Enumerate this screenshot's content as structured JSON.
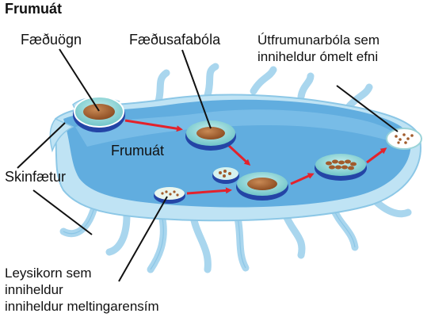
{
  "title": "Frumuát",
  "labels": {
    "food_particle": "Fæðuögn",
    "food_vacuole": "Fæðusafabóla",
    "exocytic_vacuole_line1": "Útfrumunarbóla sem",
    "exocytic_vacuole_line2": "inniheldur ómelt efni",
    "phagocytosis": "Frumuát",
    "pseudopodia": "Skinfætur",
    "lysosome_line1": "Leysikorn sem",
    "lysosome_line2": "inniheldur",
    "lysosome_line3": "inniheldur meltingarensím"
  },
  "colors": {
    "cell_body": "#b9dff2",
    "cell_outline": "#6fb6dd",
    "cytoplasm": "#4c99d6",
    "vacuole_ring": "#8fd3d5",
    "vacuole_base": "#2445a6",
    "food": "#a15b2c",
    "arrow": "#e3222c"
  }
}
